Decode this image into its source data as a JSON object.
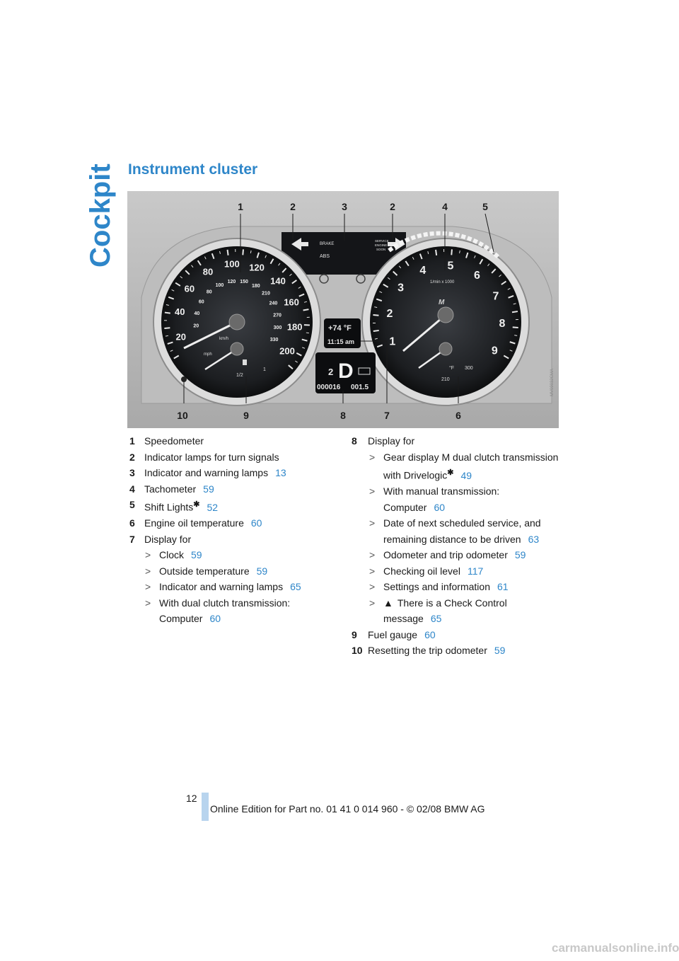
{
  "section_tab": "Cockpit",
  "heading": "Instrument cluster",
  "figure": {
    "callouts_top": [
      "1",
      "2",
      "3",
      "2",
      "4",
      "5"
    ],
    "callouts_bottom": [
      "10",
      "9",
      "8",
      "7",
      "6"
    ],
    "lamps": {
      "brake": "BRAKE",
      "abs": "ABS",
      "service": "SERVICE",
      "engine": "ENGINE",
      "soon": "SOON"
    },
    "speedo_outer": [
      "20",
      "40",
      "60",
      "80",
      "100",
      "120",
      "140",
      "160",
      "180",
      "200"
    ],
    "speedo_inner": [
      "20",
      "40",
      "60",
      "80",
      "100",
      "120",
      "150",
      "180",
      "210",
      "240",
      "270",
      "300",
      "330"
    ],
    "speedo_units": [
      "km/h",
      "mph"
    ],
    "fuel_half": "1/2",
    "fuel_full": "1",
    "tach_numbers": [
      "1",
      "2",
      "3",
      "4",
      "5",
      "6",
      "7",
      "8",
      "9"
    ],
    "tach_unit": "1/min x 1000",
    "oil_numbers": [
      "°F",
      "300",
      "210"
    ],
    "display_temp": "+74 °F",
    "display_time": "11:15 am",
    "gear_small": "2",
    "gear": "D",
    "odometer": "000016",
    "trip": "001.5",
    "image_code": "MV09032CMA"
  },
  "left_items": [
    {
      "num": "1",
      "text": "Speedometer",
      "ref": ""
    },
    {
      "num": "2",
      "text": "Indicator lamps for turn signals",
      "ref": ""
    },
    {
      "num": "3",
      "text": "Indicator and warning lamps",
      "ref": "13"
    },
    {
      "num": "4",
      "text": "Tachometer",
      "ref": "59"
    },
    {
      "num": "5",
      "text": "Shift Lights",
      "star": "✱",
      "ref": "52"
    },
    {
      "num": "6",
      "text": "Engine oil temperature",
      "ref": "60"
    },
    {
      "num": "7",
      "text": "Display for",
      "ref": ""
    }
  ],
  "left_sub": [
    {
      "mark": ">",
      "text": "Clock",
      "ref": "59"
    },
    {
      "mark": ">",
      "text": "Outside temperature",
      "ref": "59"
    },
    {
      "mark": ">",
      "text": "Indicator and warning lamps",
      "ref": "65"
    },
    {
      "mark": ">",
      "text": "With dual clutch transmission:",
      "text2": "Computer",
      "ref": "60"
    }
  ],
  "right_head": {
    "num": "8",
    "text": "Display for"
  },
  "right_sub": [
    {
      "mark": ">",
      "text": "Gear display M dual clutch transmission",
      "text2": "with Drivelogic",
      "star": "✱",
      "ref": "49"
    },
    {
      "mark": ">",
      "text": "With manual transmission:",
      "text2": "Computer",
      "ref": "60"
    },
    {
      "mark": ">",
      "text": "Date of next scheduled service, and",
      "text2": "remaining distance to be driven",
      "ref": "63"
    },
    {
      "mark": ">",
      "text": "Odometer and trip odometer",
      "ref": "59"
    },
    {
      "mark": ">",
      "text": "Checking oil level",
      "ref": "117"
    },
    {
      "mark": ">",
      "text": "Settings and information",
      "ref": "61"
    },
    {
      "mark": ">",
      "text": "There is a Check Control",
      "text2": "message",
      "ref": "65"
    }
  ],
  "right_items": [
    {
      "num": "9",
      "text": "Fuel gauge",
      "ref": "60"
    },
    {
      "num": "10",
      "text": "Resetting the trip odometer",
      "ref": "59"
    }
  ],
  "footer": {
    "page": "12",
    "text": "Online Edition for Part no. 01 41 0 014 960 - © 02/08 BMW AG"
  },
  "watermark": "carmanualsonline.info"
}
